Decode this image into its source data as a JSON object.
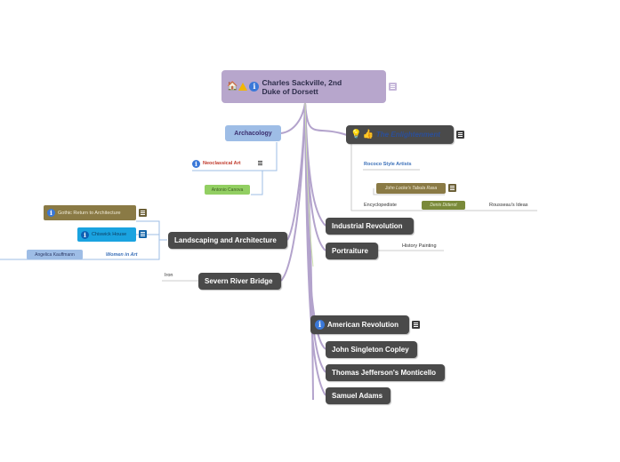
{
  "root": {
    "title_line1": "Charles Sackville, 2nd",
    "title_line2": "Duke of Dorsett",
    "icons": [
      "home-icon",
      "warning-icon",
      "info-icon"
    ]
  },
  "branches": {
    "archaeology": "Archacology",
    "neoclassical_art": "Neoclassical Art",
    "antonio_canova": "Antonio Canova",
    "gothic_return": "Gothic Return to Architecture",
    "chiswick_house": "Chiswick House",
    "women_in_art": "Women in Art",
    "angelica_kauffmann": "Angelica Kauffmann",
    "landscaping": "Landscaping and Architecture",
    "iron": "Iron",
    "severn_river_bridge": "Severn River Bridge",
    "the_enlightenment": "The Enlightenment",
    "rococo_style_artists": "Rococo Style Artists",
    "john_locke": "John Locke's Tabula Rasa",
    "encyclopediste": "Encyclopediste",
    "denis_diderot": "Denis Diderot",
    "rousseau": "Rousseau's Ideas",
    "industrial_revolution": "Industrial Revolution",
    "portraiture": "Portraiture",
    "history_painting": "History Painting",
    "american_revolution": "American Revolution",
    "john_singleton_copley": "John Singleton Copley",
    "thomas_jefferson": "Thomas Jefferson's Monticello",
    "samuel_adams": "Samuel Adams"
  },
  "colors": {
    "root_bg": "#b7a6cc",
    "archaeology_bg": "#9ebde6",
    "canova_bg": "#92cf62",
    "gothic_bg": "#8a7a45",
    "chiswick_bg": "#1aa3e0",
    "angelica_bg": "#9ebde6",
    "diderot_bg": "#7a8a3a",
    "locke_bg": "#8a7a45",
    "dark_node": "#4a4a4a",
    "connector": "#a58fc4"
  }
}
